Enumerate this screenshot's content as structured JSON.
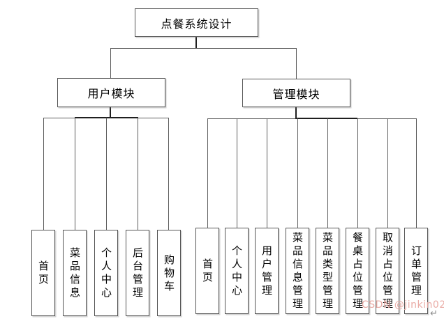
{
  "colors": {
    "line": "#5b5b5b",
    "stub": "#1f1f1f",
    "border": "#545454",
    "background": "#ffffff",
    "text": "#000000",
    "watermark": "#e9a8a2",
    "return_mark": "#8a8a8a"
  },
  "diagram": {
    "root": {
      "label": "点餐系统设计"
    },
    "modules": [
      {
        "label": "用户模块",
        "children": [
          "首页",
          "菜品信息",
          "个人中心",
          "后台管理",
          "购物车"
        ]
      },
      {
        "label": "管理模块",
        "children": [
          "首页",
          "个人中心",
          "用户管理",
          "菜品信息管理",
          "菜品类型管理",
          "餐桌占位管理",
          "取消占位管理",
          "订单管理"
        ]
      }
    ]
  },
  "watermark": {
    "text": "CSDN @jinkin02"
  },
  "footer": {
    "return_mark": "↵"
  }
}
